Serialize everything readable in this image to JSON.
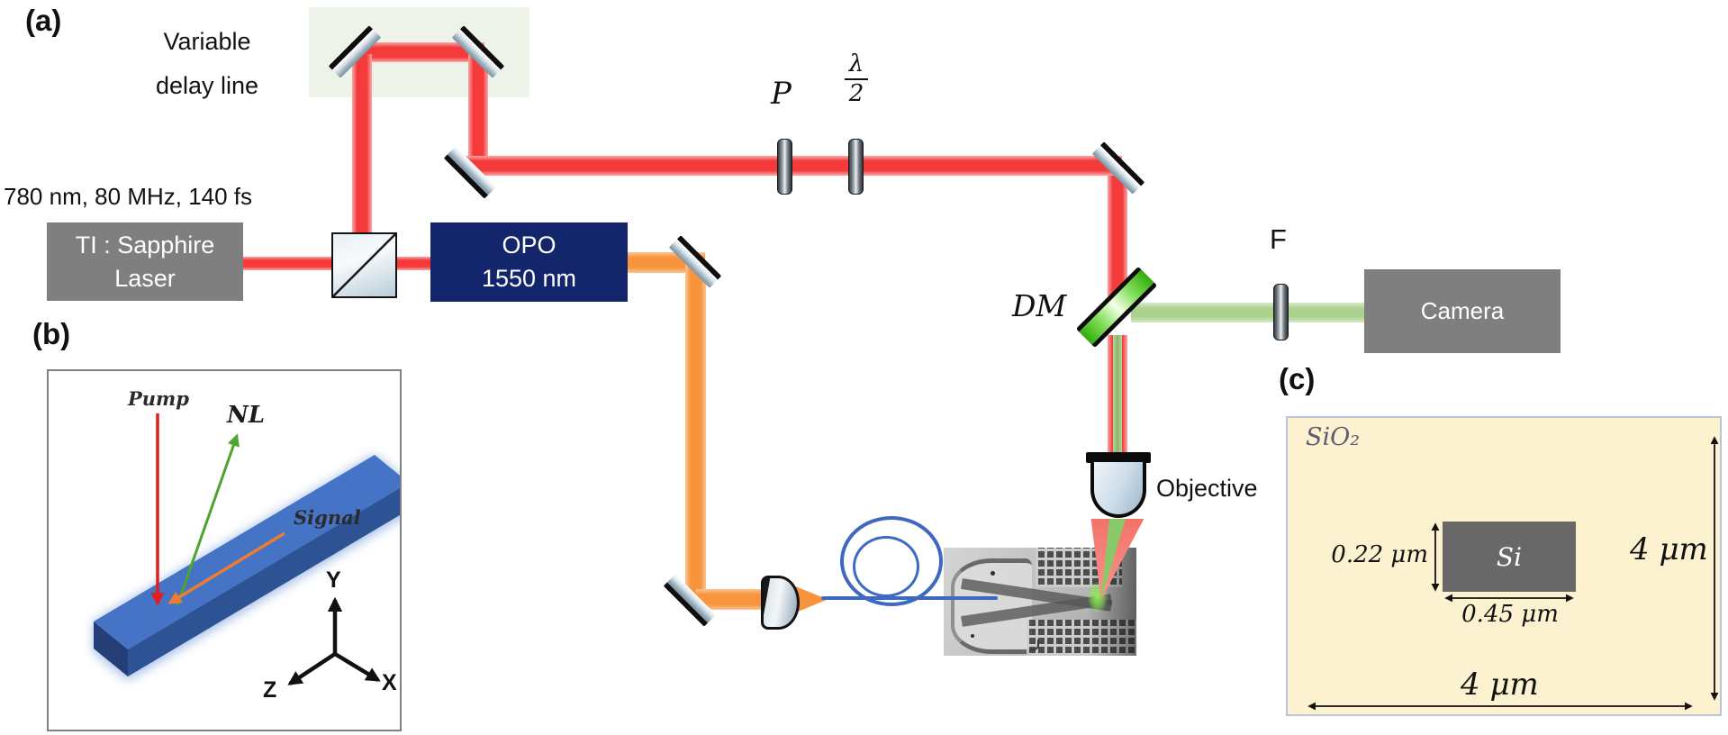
{
  "figure": {
    "panel_a_label": "(a)",
    "panel_b_label": "(b)",
    "panel_c_label": "(c)"
  },
  "setup": {
    "delay_line": {
      "line1": "Variable",
      "line2": "delay line"
    },
    "laser_specs": "780 nm, 80 MHz, 140 fs",
    "ti_laser": {
      "line1": "TI : Sapphire",
      "line2": "Laser"
    },
    "opo": {
      "line1": "OPO",
      "line2": "1550 nm"
    },
    "polarizer": "P",
    "half_wave": {
      "numerator": "λ",
      "denominator": "2"
    },
    "dichroic": "DM",
    "filter": "F",
    "camera": "Camera",
    "objective": "Objective"
  },
  "waveguide_inset": {
    "pump": "Pump",
    "nl": "NL",
    "signal": "Signal",
    "axis_x": "X",
    "axis_y": "Y",
    "axis_z": "Z"
  },
  "cross_section": {
    "substrate": "SiO₂",
    "core": "Si",
    "core_height": "0.22 μm",
    "core_width": "0.45 μm",
    "box_height": "4 μm",
    "box_width": "4 μm"
  },
  "colors": {
    "pump_beam": "#f43a3a",
    "opo_beam": "#f7943d",
    "shg_beam": "#abd18e",
    "fiber": "#3f68c0",
    "opo_box": "#14266b",
    "device_box": "#7f7f7f",
    "substrate_fill": "#fcf2cf"
  }
}
